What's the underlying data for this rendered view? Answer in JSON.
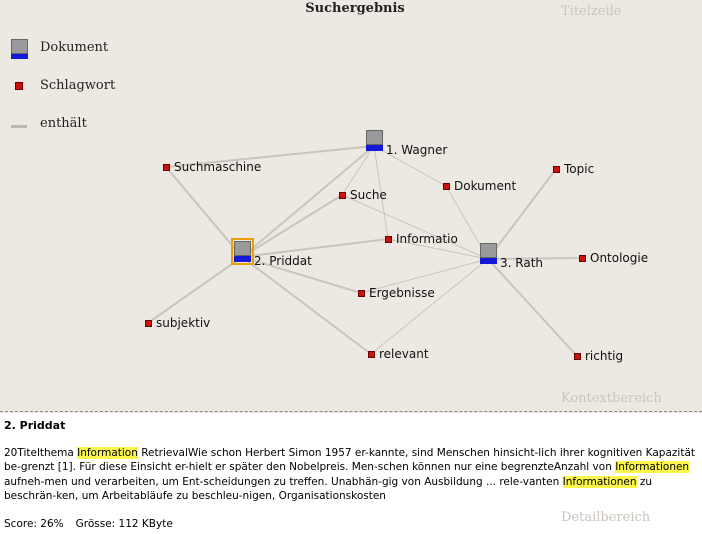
{
  "header": {
    "title": "Suchergebnis",
    "region_title": "Titelzeile",
    "region_context": "Kontextbereich",
    "region_detail": "Detailbereich"
  },
  "legend": {
    "document": "Dokument",
    "keyword": "Schlagwort",
    "edge": "enthält"
  },
  "graph": {
    "documents": [
      {
        "id": "wagner",
        "label": "1. Wagner"
      },
      {
        "id": "priddat",
        "label": "2. Priddat",
        "selected": true
      },
      {
        "id": "rath",
        "label": "3. Rath"
      }
    ],
    "keywords": [
      {
        "id": "suchmaschine",
        "label": "Suchmaschine"
      },
      {
        "id": "suche",
        "label": "Suche"
      },
      {
        "id": "dokument",
        "label": "Dokument"
      },
      {
        "id": "topic",
        "label": "Topic"
      },
      {
        "id": "informatio",
        "label": "Informatio"
      },
      {
        "id": "ontologie",
        "label": "Ontologie"
      },
      {
        "id": "ergebnisse",
        "label": "Ergebnisse"
      },
      {
        "id": "subjektiv",
        "label": "subjektiv"
      },
      {
        "id": "relevant",
        "label": "relevant"
      },
      {
        "id": "richtig",
        "label": "richtig"
      }
    ],
    "edges": [
      [
        "wagner",
        "suchmaschine"
      ],
      [
        "wagner",
        "suche"
      ],
      [
        "wagner",
        "dokument"
      ],
      [
        "wagner",
        "informatio"
      ],
      [
        "wagner",
        "priddat"
      ],
      [
        "priddat",
        "suchmaschine"
      ],
      [
        "priddat",
        "suche"
      ],
      [
        "priddat",
        "informatio"
      ],
      [
        "priddat",
        "ergebnisse"
      ],
      [
        "priddat",
        "subjektiv"
      ],
      [
        "priddat",
        "relevant"
      ],
      [
        "rath",
        "suche"
      ],
      [
        "rath",
        "dokument"
      ],
      [
        "rath",
        "topic"
      ],
      [
        "rath",
        "informatio"
      ],
      [
        "rath",
        "ontologie"
      ],
      [
        "rath",
        "ergebnisse"
      ],
      [
        "rath",
        "relevant"
      ],
      [
        "rath",
        "richtig"
      ]
    ]
  },
  "detail": {
    "title": "2. Priddat",
    "text_1": "20Titelthema ",
    "hl_1": "Information",
    "text_2": " RetrievalWie schon Herbert Simon 1957 er-kannte, sind Menschen hinsicht-lich ihrer kognitiven Kapazität be-grenzt [1]. Für diese Einsicht er-hielt er später den Nobelpreis. Men-schen können nur eine begrenzteAnzahl von ",
    "hl_2": "Informationen",
    "text_3": " aufneh-men und verarbeiten, um Ent-scheidungen zu treffen. Unabhän-gig von Ausbildung ...  rele-vanten ",
    "hl_3": "Informationen",
    "text_4": " zu beschrän-ken, um Arbeitabläufe zu beschleu-nigen, Organisationskosten",
    "score": "Score: 26%",
    "size": "Grösse: 112 KByte"
  },
  "colors": {
    "background": "#ece9e2",
    "document_grey": "#9a9a9a",
    "document_blue": "#1418d8",
    "keyword_red": "#cc1111",
    "edge": "#c8c5be",
    "highlight": "#fbf64a",
    "selection": "#e9a000"
  }
}
